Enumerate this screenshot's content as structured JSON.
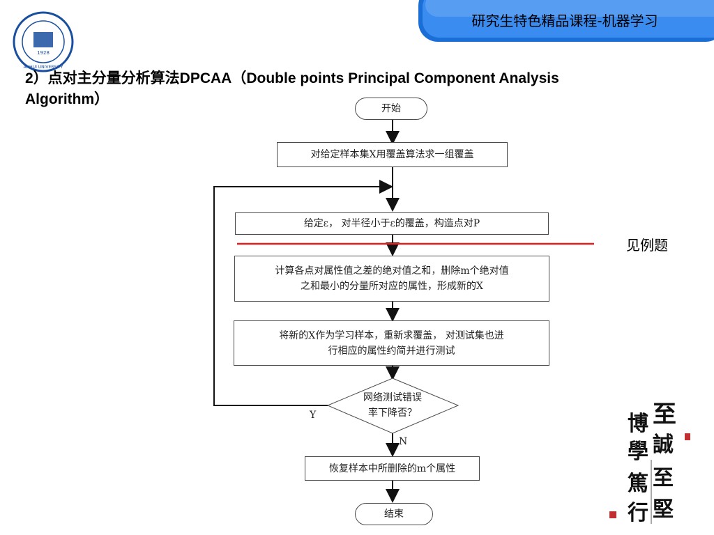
{
  "banner": {
    "title": "研究生特色精品课程-机器学习",
    "color": "#1a6fd6"
  },
  "heading": "2）点对主分量分析算法DPCAA（Double points Principal Component Analysis Algorithm）",
  "logo": {
    "year": "1928",
    "name": "ANHUI UNIVERSITY",
    "color": "#1a4fa0"
  },
  "flowchart": {
    "start": "开始",
    "step1": "对给定样本集X用覆盖算法求一组覆盖",
    "step2": "给定ε， 对半径小于ε的覆盖，构造点对P",
    "step3_line1": "计算各点对属性值之差的绝对值之和，删除m个绝对值",
    "step3_line2": "之和最小的分量所对应的属性，形成新的X",
    "step4_line1": "将新的X作为学习样本，重新求覆盖， 对测试集也进",
    "step4_line2": "行相应的属性约简并进行测试",
    "decision_line1": "网络测试错误",
    "decision_line2": "率下降否？",
    "yes_label": "Y",
    "no_label": "N",
    "step5": "恢复样本中所删除的m个属性",
    "end": "结束"
  },
  "note": "见例题",
  "divider_color": "#e02020",
  "calligraphy": {
    "chars": [
      "至",
      "誠",
      "至",
      "堅",
      "博",
      "學",
      "篤",
      "行"
    ]
  }
}
